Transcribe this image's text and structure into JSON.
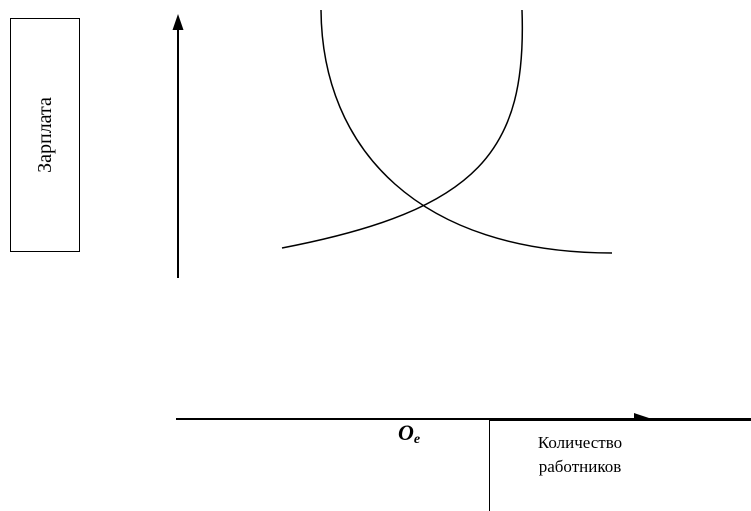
{
  "diagram": {
    "y_axis_label": "Зарплата",
    "x_axis_label_line1": "Количество",
    "x_axis_label_line2": "работников",
    "origin_label_main": "O",
    "origin_label_sub": "e"
  },
  "colors": {
    "line": "#000000",
    "background": "#ffffff"
  }
}
